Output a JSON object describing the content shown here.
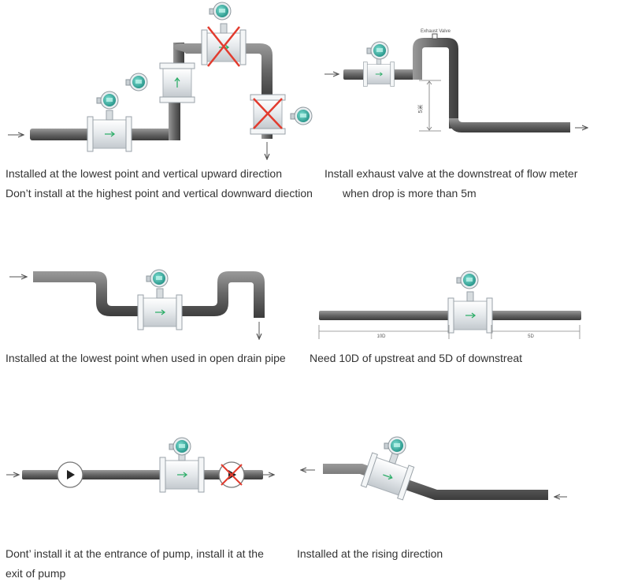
{
  "panels": [
    {
      "caption_lines": [
        "Installed at the lowest point and vertical upward direction",
        "Don’t install at the highest point and vertical downward diection"
      ]
    },
    {
      "caption_lines": [
        "Install exhaust valve at the downstreat of flow meter",
        "when drop is more than 5m"
      ],
      "valve_label": "Exhaust Valve",
      "drop_label": "5米"
    },
    {
      "caption_lines": [
        "Installed at the lowest point when used in open drain pipe"
      ]
    },
    {
      "caption_lines": [
        "Need 10D of upstreat and 5D of downstreat"
      ],
      "upstream_label": "10D",
      "downstream_label": "5D"
    },
    {
      "caption_lines": [
        "Dont’ install it at the entrance of pump, install it at the",
        "exit of pump"
      ]
    },
    {
      "caption_lines": [
        "Installed at the rising direction"
      ]
    }
  ],
  "colors": {
    "pipe": "#6f6f6f",
    "flange": "#eef1f3",
    "display": "#31a79b",
    "forbidden": "#e23b2e",
    "arrow": "#555555"
  }
}
